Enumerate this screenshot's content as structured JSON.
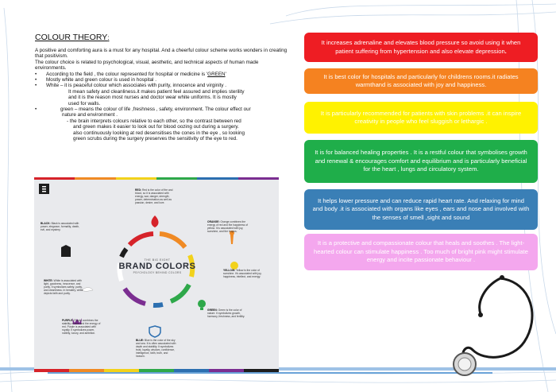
{
  "heading": {
    "title": "COLOUR THEORY",
    "suffix": ":"
  },
  "body": {
    "p1": "A positive and comforting aura is a must for any hospital. And a cheerful colour scheme works wonders in creating that positivism.",
    "p2": "The colour choice is related to psychological, visual, aesthetic, and technical aspects of human made environments.",
    "b1_pre": "According to the field , the colour represented for hospital or medicine is '",
    "b1_green": "GREEN",
    "b1_post": "'",
    "b2": "Mostly white and green colour is used in hospital .",
    "b3": "White – it is peaceful colour which associates with purity, innocence and virginity .",
    "b3_l2": "It mean safety and cleanliness.it makes patient feel assured and implies sterility",
    "b3_l3": "and it is the reason most nurses and doctor  wear white uniforms. It is mostly",
    "b3_l4": "used for walls.",
    "b4": "green – means the colour of life ,freshness , safety, environment. The colour effect our",
    "b4_l2": "nature and environment .",
    "b4_s1": "-  the brain interprets colours relative to each other, so the contrast between red",
    "b4_s2": "and green makes it easier to look out for blood oozing out during a surgery.",
    "b4_s3": "also continuously looking at red desensitises the cones in the eye , so looking",
    "b4_s4": "green scrubs during the surgery  preserves the sensitivity of the eye to red."
  },
  "infographic": {
    "center_kicker": "THE BIG EIGHT",
    "center_title": "BRAND COLORS",
    "center_sub": "PSYCHOLOGY BEHIND COLORS",
    "red": {
      "label": "RED:",
      "text": "Red is the color of fire and blood, so it is associated with energy, war, danger, strength, power, determination as well as passion, desire, and love."
    },
    "orange": {
      "label": "ORANGE:",
      "text": "Orange combines the energy of red and the happiness of yellow. It is associated with joy, sunshine, and the tropics."
    },
    "black": {
      "label": "BLACK:",
      "text": "Black is associated with power, elegance, formality, death, evil, and mystery."
    },
    "yellow": {
      "label": "YELLOW:",
      "text": "Yellow is the color of sunshine. It's associated with joy, happiness, intellect, and energy."
    },
    "white": {
      "label": "WHITE:",
      "text": "White is associated with light, goodness, innocence, and purity. It symbolizes safety, purity, and cleanliness. In heraldry, white depicts faith and purity."
    },
    "green": {
      "label": "GREEN:",
      "text": "Green is the color of nature. It symbolizes growth, harmony, freshness, and fertility."
    },
    "purple": {
      "label": "PURPLE:",
      "text": "Purple combines the stability of blue and the energy of red. Purple is associated with royalty. It symbolizes power, nobility, luxury, and ambition."
    },
    "blue": {
      "label": "BLUE:",
      "text": "Blue is the color of the sky and sea. It is often associated with depth and stability. It symbolizes trust, loyalty, wisdom, confidence, intelligence, faith, truth, and heaven."
    }
  },
  "boxes": {
    "red": "It increases adrenaline and elevates blood pressure so avoid using it when patient suffering from hypertension and also elevate depression",
    "red_end": ".",
    "orange": "It is best color for hospitals and particularly for childrens rooms.it radiates warmthand is associated with joy and happiness.",
    "yellow": "It is particularly recommended for patients with skin problems .it can inspire creativity in people who feel sluggish or lethargic .",
    "green": "It is for balanced healing properties . It is a restful colour that symbolises growth and renewal & encourages comfort and equilibrium and is particularly beneficial for the heart , lungs and circulatory system.",
    "blue": "It helps lower pressure and can reduce rapid heart rate. And relaxing for mind and body .it is associated with organs like eyes , ears and nose and involved with the senses of smell ,sight and sound",
    "pink": "It is a protective and compassionate colour that heals and soothes . The light-hearted  colour can stimulate happiness . Too much of bright pink might stimulate energy and incite passionate behaviour ."
  },
  "colors": {
    "red": "#ee1d23",
    "orange": "#f58220",
    "yellow": "#fff200",
    "green": "#1fae4a",
    "blue": "#3a7fb6",
    "pink": "#f4a7ee",
    "purple": "#7b2e91"
  },
  "icons": [
    "flame-icon",
    "torch-icon",
    "sun-icon",
    "lightbulb-icon",
    "shield-icon",
    "crown-icon",
    "dove-icon",
    "jacket-icon",
    "stethoscope-icon"
  ]
}
